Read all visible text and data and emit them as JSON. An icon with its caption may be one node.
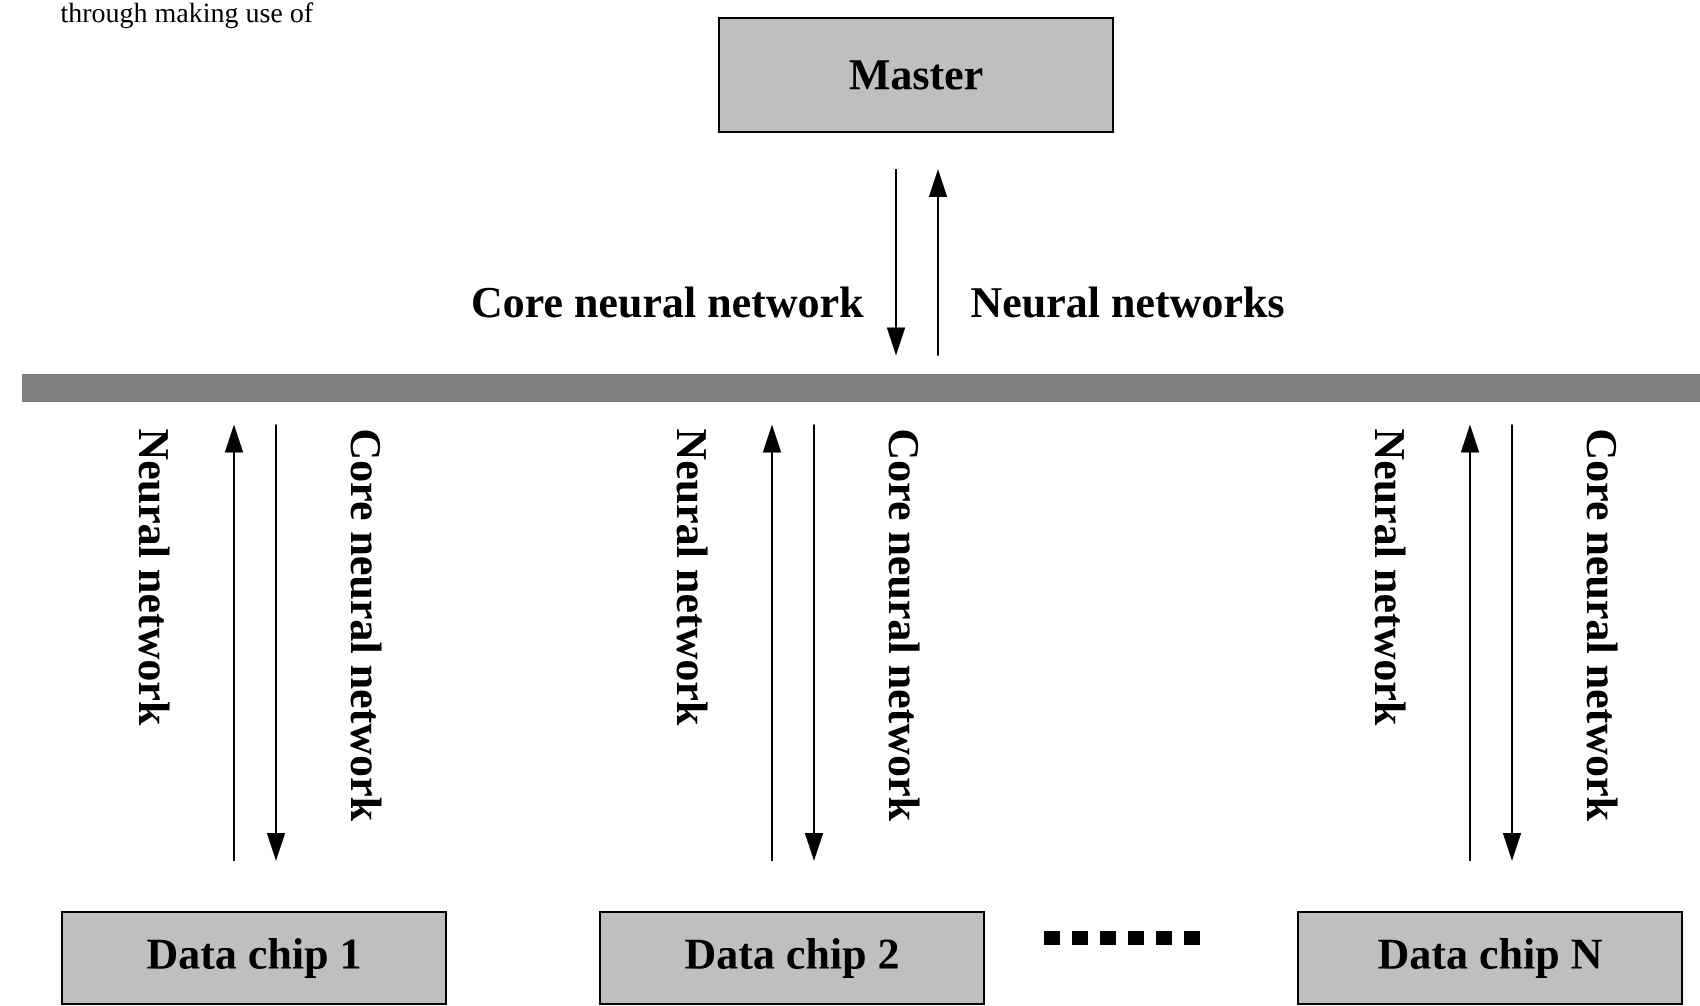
{
  "diagram": {
    "nodes": [
      {
        "text": [
          "Master"
        ]
      },
      {
        "text": [],
        "shape": "bar"
      },
      {
        "text": [
          "Data chip 1"
        ]
      },
      {
        "text": [
          "Data chip 2"
        ]
      },
      {
        "text": [
          "Data chip N"
        ]
      }
    ],
    "edges": [
      {
        "from": 0,
        "to": 1,
        "arrow": "to",
        "label": "Core neural network"
      },
      {
        "from": 1,
        "to": 0,
        "arrow": "to",
        "label": "Neural networks"
      },
      {
        "from": 2,
        "to": 1,
        "arrow": "to",
        "label": "Neural network"
      },
      {
        "from": 1,
        "to": 2,
        "arrow": "to",
        "label": "Core neural network"
      },
      {
        "from": 3,
        "to": 1,
        "arrow": "to",
        "label": "Neural network"
      },
      {
        "from": 1,
        "to": 3,
        "arrow": "to",
        "label": "Core neural network"
      },
      {
        "from": 4,
        "to": 1,
        "arrow": "to",
        "label": "Neural network"
      },
      {
        "from": 1,
        "to": 4,
        "arrow": "to",
        "label": "Core neural network"
      }
    ],
    "labels": [
      "through making use of"
    ]
  }
}
